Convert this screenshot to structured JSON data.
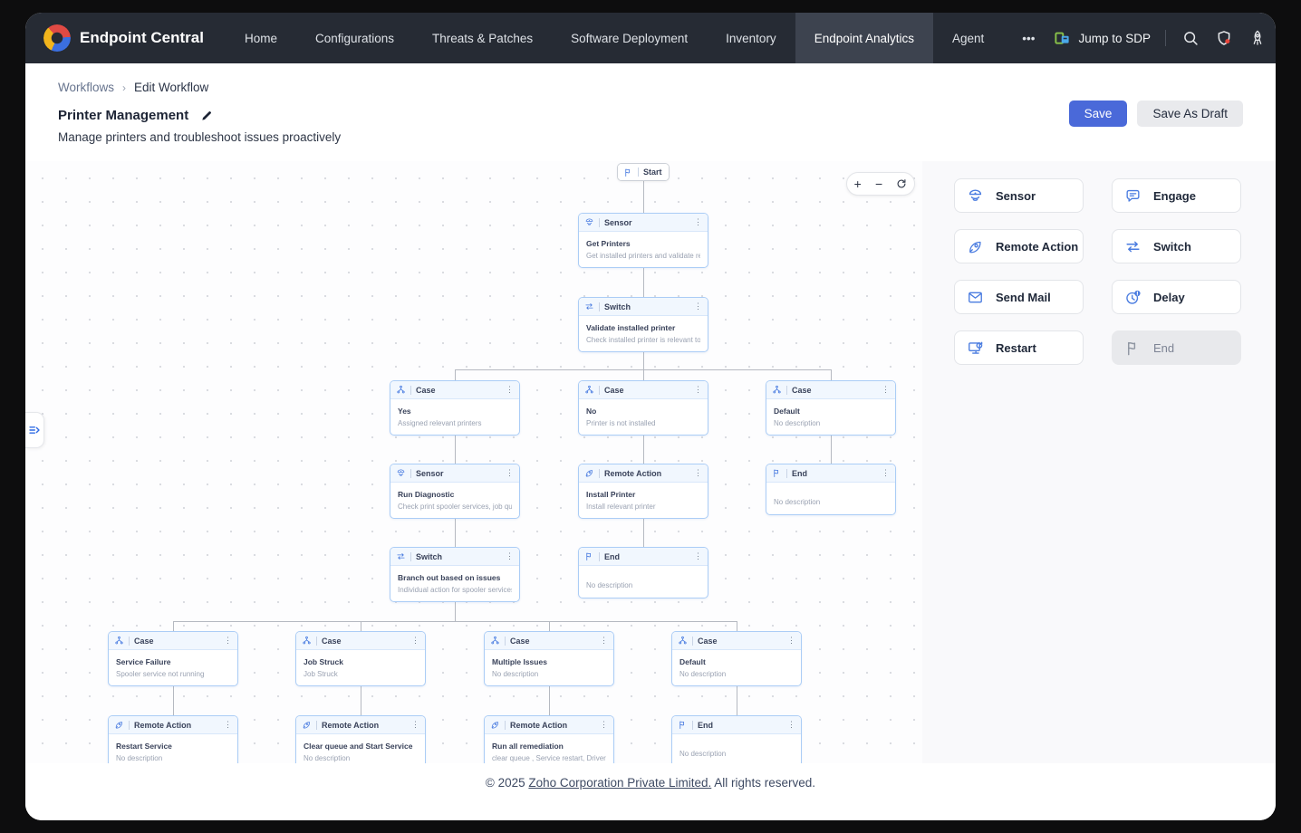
{
  "nav": {
    "brand": "Endpoint Central",
    "items": [
      {
        "label": "Home",
        "active": false
      },
      {
        "label": "Configurations",
        "active": false
      },
      {
        "label": "Threats & Patches",
        "active": false
      },
      {
        "label": "Software Deployment",
        "active": false
      },
      {
        "label": "Inventory",
        "active": false
      },
      {
        "label": "Endpoint Analytics",
        "active": true
      },
      {
        "label": "Agent",
        "active": false
      },
      {
        "label": "•••",
        "active": false
      }
    ],
    "jump_to_sdp": "Jump to SDP"
  },
  "breadcrumb": {
    "parent": "Workflows",
    "current": "Edit Workflow"
  },
  "workflow": {
    "title": "Printer Management",
    "subtitle": "Manage printers and troubleshoot issues proactively"
  },
  "actions": {
    "save": "Save",
    "save_as_draft": "Save As Draft"
  },
  "canvas": {
    "zoom_in": "+",
    "zoom_out": "−",
    "nodes": [
      {
        "id": "start",
        "type": "Start",
        "title": "Start",
        "description": ""
      },
      {
        "id": "sensor-get-printers",
        "type": "Sensor",
        "title": "Get Printers",
        "description": "Get installed printers and validate rele..."
      },
      {
        "id": "switch-validate",
        "type": "Switch",
        "title": "Validate installed printer",
        "description": "Check installed printer is relevant to u..."
      },
      {
        "id": "case-yes",
        "type": "Case",
        "title": "Yes",
        "description": "Assigned relevant printers"
      },
      {
        "id": "case-no",
        "type": "Case",
        "title": "No",
        "description": "Printer is not installed"
      },
      {
        "id": "case-default-1",
        "type": "Case",
        "title": "Default",
        "description": "No description"
      },
      {
        "id": "sensor-run-diagnostic",
        "type": "Sensor",
        "title": "Run Diagnostic",
        "description": "Check print spooler services, job queu..."
      },
      {
        "id": "ra-install-printer",
        "type": "Remote Action",
        "title": "Install Printer",
        "description": "Install relevant printer"
      },
      {
        "id": "end-1",
        "type": "End",
        "title": "",
        "description": "No description"
      },
      {
        "id": "switch-branch",
        "type": "Switch",
        "title": "Branch out based on issues",
        "description": "Individual action for spooler services, J..."
      },
      {
        "id": "end-2",
        "type": "End",
        "title": "",
        "description": "No description"
      },
      {
        "id": "case-service-failure",
        "type": "Case",
        "title": "Service Failure",
        "description": "Spooler service not running"
      },
      {
        "id": "case-job-struck",
        "type": "Case",
        "title": "Job Struck",
        "description": "Job Struck"
      },
      {
        "id": "case-multiple-issues",
        "type": "Case",
        "title": "Multiple Issues",
        "description": "No description"
      },
      {
        "id": "case-default-2",
        "type": "Case",
        "title": "Default",
        "description": "No description"
      },
      {
        "id": "ra-restart-service",
        "type": "Remote Action",
        "title": "Restart Service",
        "description": "No description"
      },
      {
        "id": "ra-clear-queue",
        "type": "Remote Action",
        "title": "Clear queue and Start Service",
        "description": "No description"
      },
      {
        "id": "ra-run-all",
        "type": "Remote Action",
        "title": "Run all remediation",
        "description": "clear queue , Service restart, Driver ch..."
      },
      {
        "id": "end-3",
        "type": "End",
        "title": "",
        "description": "No description"
      }
    ]
  },
  "palette": {
    "items": [
      {
        "label": "Sensor",
        "icon": "sensor-icon",
        "disabled": false
      },
      {
        "label": "Engage",
        "icon": "engage-icon",
        "disabled": false
      },
      {
        "label": "Remote Action",
        "icon": "rocket-icon",
        "disabled": false
      },
      {
        "label": "Switch",
        "icon": "switch-icon",
        "disabled": false
      },
      {
        "label": "Send Mail",
        "icon": "mail-icon",
        "disabled": false
      },
      {
        "label": "Delay",
        "icon": "delay-icon",
        "disabled": false
      },
      {
        "label": "Restart",
        "icon": "restart-icon",
        "disabled": false
      },
      {
        "label": "End",
        "icon": "flag-icon",
        "disabled": true
      }
    ]
  },
  "footer": {
    "prefix": "© 2025 ",
    "link": "Zoho Corporation Private Limited.",
    "suffix": " All rights reserved."
  },
  "colors": {
    "nav_bg": "#262b34",
    "accent_blue": "#4a69d9",
    "node_border": "#abcdf6",
    "node_header_bg": "#f1f7fe",
    "icon_blue": "#4a7ce0",
    "disabled_bg": "#e8e9ec",
    "shield_badge_red": "#e8443a",
    "sdp_green": "#8ac34a",
    "sdp_blue": "#4aa8e8"
  }
}
